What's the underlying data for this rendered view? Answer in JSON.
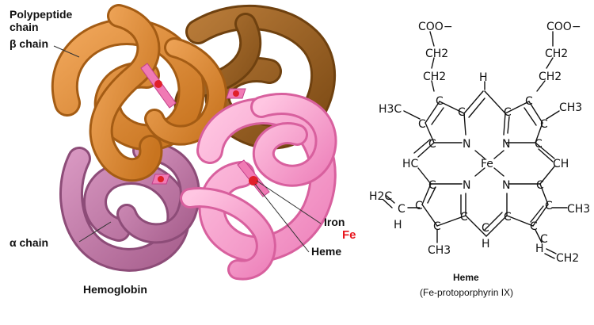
{
  "protein_panel": {
    "labels": {
      "polypeptide": "Polypeptide chain",
      "beta_chain": "β chain",
      "alpha_chain": "α chain",
      "iron": "Iron",
      "fe": "Fe",
      "heme": "Heme",
      "caption": "Hemoglobin"
    },
    "colors": {
      "beta_1": "#d8842e",
      "beta_2": "#9a5e1e",
      "alpha_1": "#c47aaa",
      "alpha_2": "#f39ac8",
      "heme_disc": "#f07ab4",
      "iron": "#e0202a",
      "fe_label": "#e8141c"
    }
  },
  "structure_panel": {
    "atoms": {
      "fe": "Fe",
      "n": "N",
      "c": "C",
      "h": "H",
      "hc": "HC",
      "ch": "CH",
      "h3c": "H3C",
      "ch3": "CH3",
      "ch2": "CH2",
      "h2c": "H2C",
      "coo": "COO−"
    },
    "caption_title": "Heme",
    "caption_sub": "(Fe-protoporphyrin IX)"
  }
}
